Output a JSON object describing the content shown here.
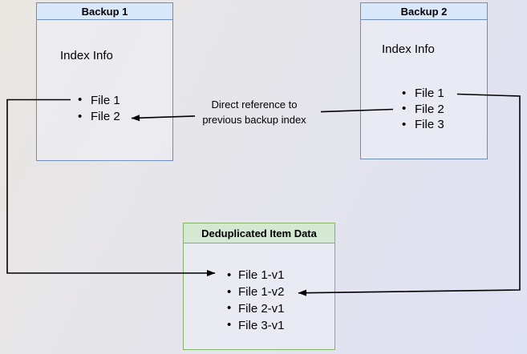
{
  "diagram": {
    "backup1": {
      "title": "Backup 1",
      "subtitle": "Index Info",
      "files": [
        "File 1",
        "File 2"
      ]
    },
    "backup2": {
      "title": "Backup 2",
      "subtitle": "Index Info",
      "files": [
        "File 1",
        "File 2",
        "File 3"
      ]
    },
    "dedup": {
      "title": "Deduplicated Item Data",
      "files": [
        "File 1-v1",
        "File 1-v2",
        "File 2-v1",
        "File 3-v1"
      ]
    },
    "annotation": {
      "line1": "Direct reference to",
      "line2": "previous backup index"
    }
  },
  "colors": {
    "blue_node_border": "#6c8ebf",
    "blue_node_header": "#dae8fc",
    "green_node_border": "#82b366",
    "green_node_header": "#d5e8d4",
    "arrow": "#000000",
    "background_top_left": "#eae7e2",
    "background_bottom_right": "#dfe1f4"
  }
}
